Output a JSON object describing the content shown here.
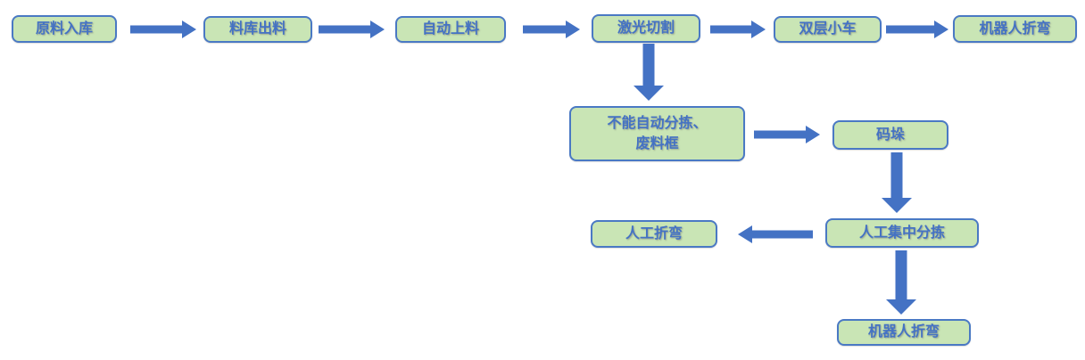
{
  "diagram": {
    "type": "flowchart",
    "colors": {
      "node_fill": "#c9e5b5",
      "node_border": "#4a79c4",
      "node_text": "#4472c4",
      "arrow": "#4472c4",
      "background": "#ffffff"
    },
    "nodes": [
      {
        "id": "raw-material-inbound",
        "label": "原料入库"
      },
      {
        "id": "warehouse-outfeed",
        "label": "料库出料"
      },
      {
        "id": "auto-loading",
        "label": "自动上料"
      },
      {
        "id": "laser-cutting",
        "label": "激光切割"
      },
      {
        "id": "double-deck-cart",
        "label": "双层小车"
      },
      {
        "id": "robot-bending-main",
        "label": "机器人折弯"
      },
      {
        "id": "non-auto-sorting-waste",
        "label": "不能自动分拣、废料框",
        "lines": [
          "不能自动分拣、",
          "废料框"
        ]
      },
      {
        "id": "palletizing",
        "label": "码垛"
      },
      {
        "id": "manual-bending",
        "label": "人工折弯"
      },
      {
        "id": "manual-central-sorting",
        "label": "人工集中分拣"
      },
      {
        "id": "robot-bending-bottom",
        "label": "机器人折弯"
      }
    ],
    "edges": [
      {
        "from": "原料入库",
        "to": "料库出料",
        "direction": "right"
      },
      {
        "from": "料库出料",
        "to": "自动上料",
        "direction": "right"
      },
      {
        "from": "自动上料",
        "to": "激光切割",
        "direction": "right"
      },
      {
        "from": "激光切割",
        "to": "双层小车",
        "direction": "right"
      },
      {
        "from": "双层小车",
        "to": "机器人折弯",
        "direction": "right"
      },
      {
        "from": "激光切割",
        "to": "不能自动分拣、废料框",
        "direction": "down"
      },
      {
        "from": "不能自动分拣、废料框",
        "to": "码垛",
        "direction": "right"
      },
      {
        "from": "码垛",
        "to": "人工集中分拣",
        "direction": "down"
      },
      {
        "from": "人工集中分拣",
        "to": "人工折弯",
        "direction": "left"
      },
      {
        "from": "人工集中分拣",
        "to": "机器人折弯",
        "direction": "down"
      }
    ]
  }
}
